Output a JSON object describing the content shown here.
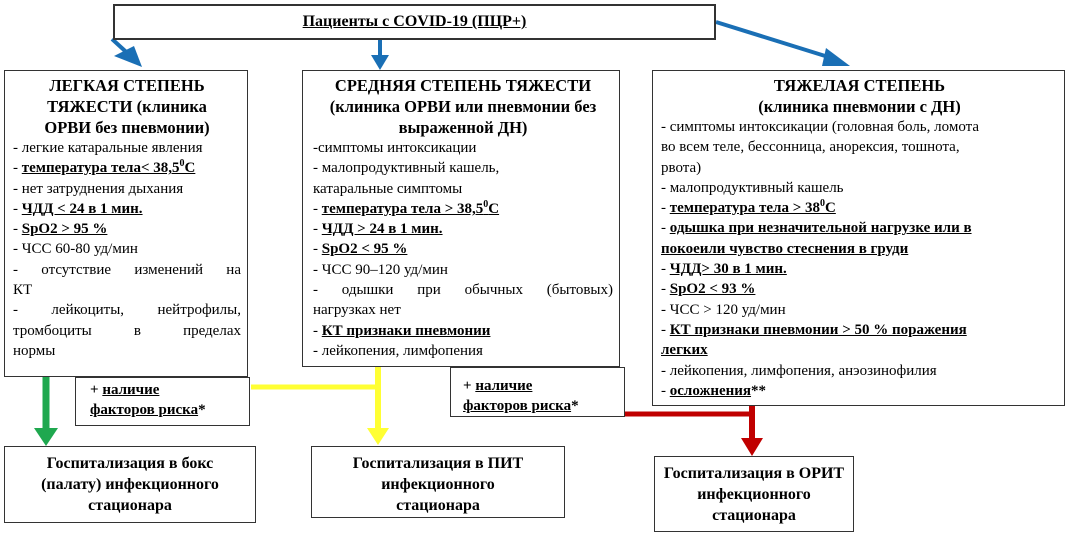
{
  "top": {
    "text": "Пациенты с COVID-19 (ПЦР+)"
  },
  "mild": {
    "title": [
      "ЛЕГКАЯ СТЕПЕНЬ",
      "ТЯЖЕСТИ (клиника",
      "ОРВИ без пневмонии)"
    ],
    "lines": [
      {
        "t": "- легкие катаральные явления"
      },
      {
        "pre": "- ",
        "u": "температура тела< 38,5",
        "sup": "0",
        "u2": "С"
      },
      {
        "t": "- нет затруднения дыхания"
      },
      {
        "pre": "- ",
        "u": "ЧДД < 24 в 1 мин."
      },
      {
        "pre": "- ",
        "u": "SpO2  > 95 %"
      },
      {
        "t": "- ЧСС 60-80 уд/мин"
      },
      {
        "t": "- отсутствие изменений на",
        "j": true
      },
      {
        "t": "КТ"
      },
      {
        "t": "- лейкоциты, нейтрофилы,",
        "j": true
      },
      {
        "t": "тромбоциты в пределах",
        "j": true
      },
      {
        "t": "нормы"
      }
    ]
  },
  "moderate": {
    "title": [
      "СРЕДНЯЯ СТЕПЕНЬ ТЯЖЕСТИ",
      "(клиника ОРВИ или пневмонии без",
      "выраженной ДН)"
    ],
    "lines": [
      {
        "t": "-симптомы интоксикации"
      },
      {
        "t": "- малопродуктивный кашель,"
      },
      {
        "t": "катаральные симптомы"
      },
      {
        "pre": "- ",
        "u": "температура тела > 38,5",
        "sup": "0",
        "u2": "С"
      },
      {
        "pre": "- ",
        "u": "ЧДД  > 24 в 1 мин."
      },
      {
        "pre": "- ",
        "u": "SpO2  < 95 %"
      },
      {
        "t": "- ЧСС 90–120 уд/мин"
      },
      {
        "t": "- одышки при обычных (бытовых)",
        "j": true
      },
      {
        "t": "нагрузках нет"
      },
      {
        "pre": "- ",
        "u": "КТ признаки пневмонии"
      },
      {
        "t": "- лейкопения, лимфопения"
      }
    ]
  },
  "severe": {
    "title": [
      "ТЯЖЕЛАЯ СТЕПЕНЬ",
      "(клиника пневмонии с ДН)"
    ],
    "lines": [
      {
        "t": "- симптомы интоксикации (головная боль, ломота"
      },
      {
        "t": "во всем теле, бессонница,  анорексия, тошнота,"
      },
      {
        "t": "рвота)"
      },
      {
        "t": "- малопродуктивный кашель"
      },
      {
        "pre": "- ",
        "u": "температура тела > 38",
        "sup": "0",
        "u2": "С"
      },
      {
        "pre": "- ",
        "u": "одышка при незначительной нагрузке или в"
      },
      {
        "u": "покоеили чувство стеснения в груди"
      },
      {
        "pre": "- ",
        "u": "ЧДД> 30 в 1 мин."
      },
      {
        "pre": "- ",
        "u": "SpO2  < 93 %"
      },
      {
        "t": "- ЧСС > 120 уд/мин"
      },
      {
        "pre": "- ",
        "u": "КТ признаки пневмонии > 50 % поражения"
      },
      {
        "u": "легких"
      },
      {
        "t": "- лейкопения, лимфопения, анэозинофилия"
      },
      {
        "pre": "- ",
        "u": "осложнения",
        "b": "**"
      }
    ]
  },
  "risk_label": {
    "plus": "+ ",
    "l1": "наличие",
    "l2": "факторов риска",
    "star": "*"
  },
  "hospital": {
    "box": [
      "Госпитализация в бокс",
      "(палату) инфекционного",
      "стационара"
    ],
    "pit": [
      "Госпитализация в ПИТ",
      "инфекционного",
      "стационара"
    ],
    "orit": [
      "Госпитализация в ОРИТ",
      "инфекционного",
      "стационара"
    ]
  },
  "colors": {
    "blue": "#1a6fb5",
    "green": "#1fa84f",
    "yellow": "#ffff33",
    "red": "#c00000"
  }
}
